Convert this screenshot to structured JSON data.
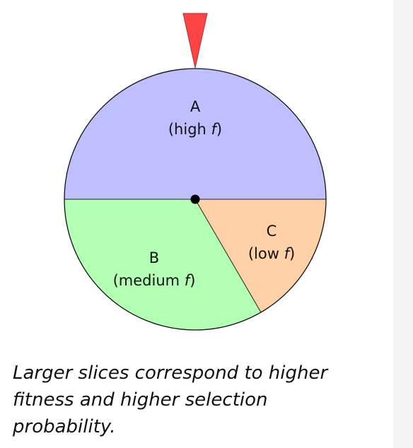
{
  "wheel": {
    "slices": [
      {
        "name": "A",
        "note_prefix": "(high ",
        "note_var": "f",
        "note_suffix": ")",
        "color": "#bfbfff"
      },
      {
        "name": "B",
        "note_prefix": "(medium ",
        "note_var": "f",
        "note_suffix": ")",
        "color": "#b3ffb3"
      },
      {
        "name": "C",
        "note_prefix": "(low ",
        "note_var": "f",
        "note_suffix": ")",
        "color": "#ffd1a8"
      }
    ],
    "pointer_color": "#ff4444"
  },
  "caption": {
    "line1": "Larger slices correspond to higher",
    "line2": "fitness and higher selection",
    "line3": "probability."
  }
}
